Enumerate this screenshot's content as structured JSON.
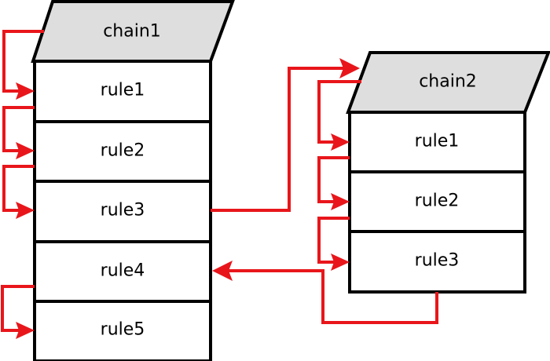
{
  "chain1": {
    "name": "chain1",
    "rules": [
      "rule1",
      "rule2",
      "rule3",
      "rule4",
      "rule5"
    ]
  },
  "chain2": {
    "name": "chain2",
    "rules": [
      "rule1",
      "rule2",
      "rule3"
    ]
  },
  "colors": {
    "arrow": "#e8161b",
    "chain_header_fill": "#dedede",
    "outline": "#000000",
    "rule_fill": "#ffffff"
  }
}
